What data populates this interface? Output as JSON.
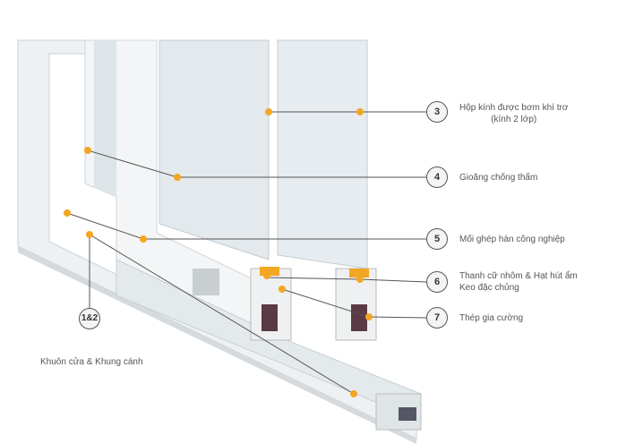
{
  "colors": {
    "dot": "#f2a623",
    "line": "#555555",
    "frame": "#e9eef0",
    "glass": "#dfe6ea"
  },
  "callouts": [
    {
      "num": "3",
      "lines": [
        "Hộp kính được bơm khí trơ",
        "(kính 2 lớp)"
      ]
    },
    {
      "num": "4",
      "lines": [
        "Gioăng chống thấm"
      ]
    },
    {
      "num": "5",
      "lines": [
        "Mối ghép hàn công nghiệp"
      ]
    },
    {
      "num": "6",
      "lines": [
        "Thanh cữ nhôm & Hạt hút ẩm",
        "Keo đặc chủng"
      ]
    },
    {
      "num": "7",
      "lines": [
        "Thép gia cường"
      ]
    },
    {
      "num": "1&2",
      "lines": [
        "Khuôn cửa & Khung cánh"
      ]
    }
  ]
}
